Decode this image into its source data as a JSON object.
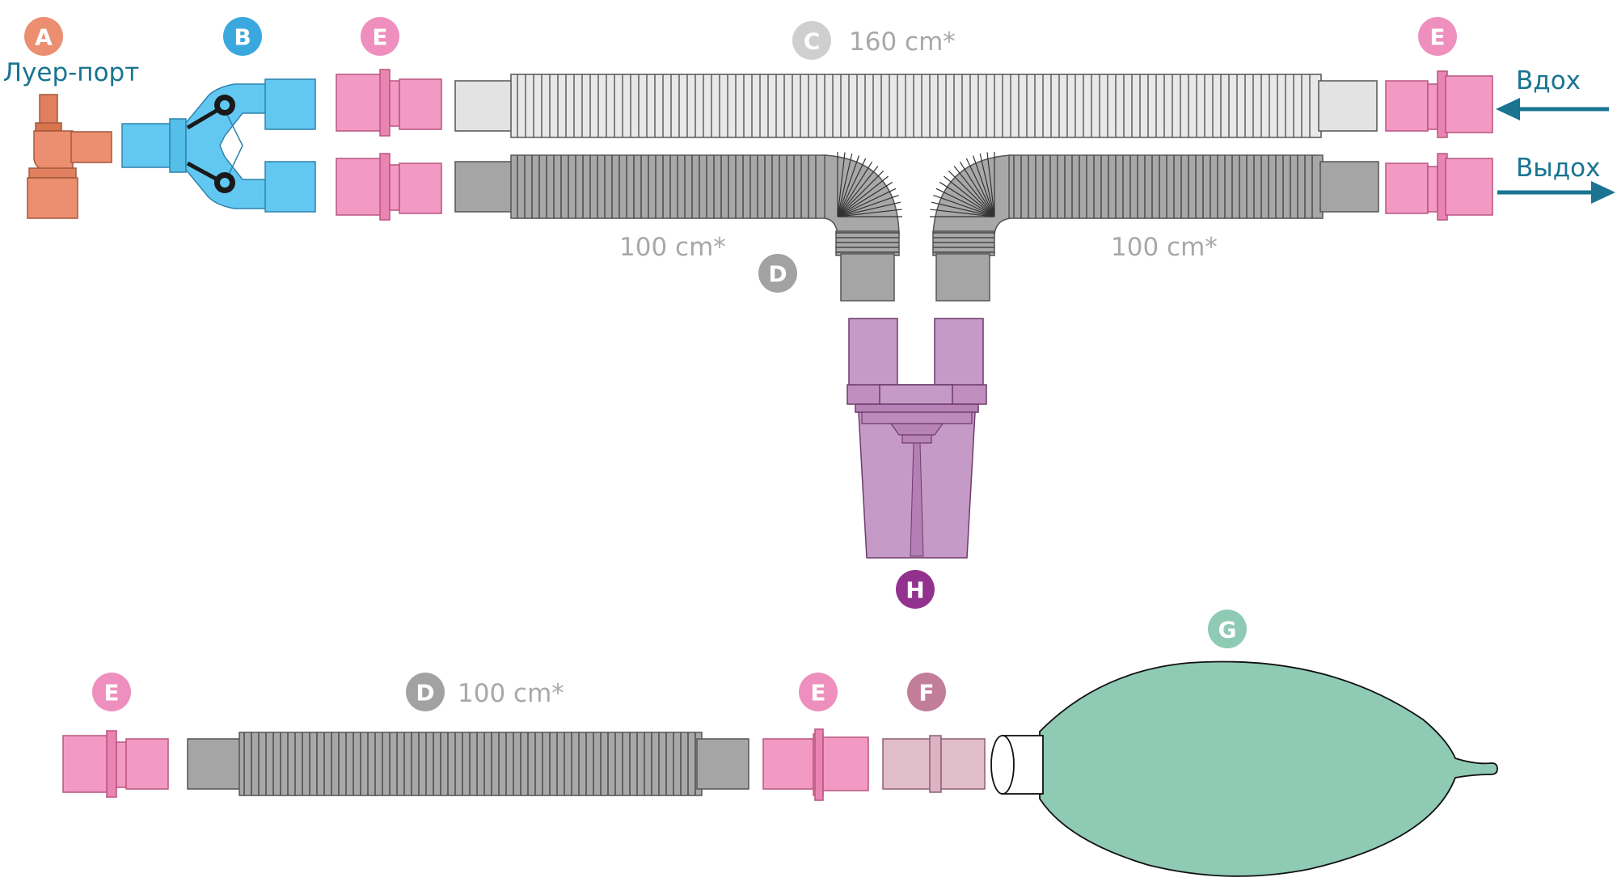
{
  "colors": {
    "A": "#ec8e70",
    "B": "#3aa8de",
    "C": "#cfcfcf",
    "D": "#a2a2a2",
    "E": "#ee8fbe",
    "F": "#c27e99",
    "G": "#8ecab4",
    "H": "#93328e",
    "accent": "#1a7492",
    "grayLabel": "#a8a8a8"
  },
  "badges": {
    "a": "A",
    "b": "B",
    "c": "C",
    "d1": "D",
    "d2": "D",
    "e1": "E",
    "e2": "E",
    "e3": "E",
    "e4": "E",
    "f": "F",
    "g": "G",
    "h": "H"
  },
  "labels": {
    "luer_port": "Луер-порт",
    "inhale": "Вдох",
    "exhale": "Выдох",
    "len_160": "160 cm*",
    "len_100_left": "100 cm*",
    "len_100_right": "100 cm*",
    "len_100_bottom": "100 cm*"
  },
  "icons": {
    "inhale_arrow": "arrow-left-icon",
    "exhale_arrow": "arrow-right-icon"
  }
}
